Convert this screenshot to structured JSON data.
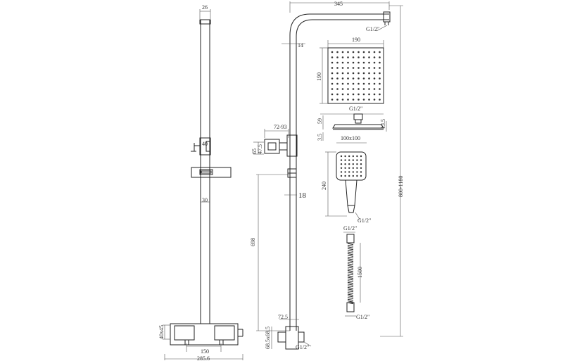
{
  "drawing": {
    "line_color": "#222222",
    "text_color": "#333333",
    "background": "#ffffff"
  },
  "side_view": {
    "rail_width": "26",
    "bracket_label": "40",
    "rail_label": "30",
    "valve_height": "40x45",
    "valve_centres": "150",
    "overall_width": "285.6"
  },
  "front_view": {
    "arm_length": "345",
    "arm_thread": "G1/2\"",
    "riser_label": "14",
    "diverter_offset": "72-93",
    "diverter_height": "65",
    "diverter_depth": "47.5",
    "rail_label": "18",
    "riser_height": "698",
    "inlet_offset": "72.5",
    "inlet_depth": "68.5x68.5",
    "inlet_thread": "G1/2\"",
    "overall_height": "800-1180"
  },
  "head": {
    "width": "190",
    "height": "190",
    "thread": "G1/2\"",
    "profile_height": "59",
    "profile_edge": "3.5",
    "profile_right": "13.5"
  },
  "handset": {
    "face": "100x100",
    "length": "240",
    "thread": "G1/2\""
  },
  "hose": {
    "thread_top": "G1/2\"",
    "length": "1500",
    "thread_bottom": "G1/2\""
  }
}
